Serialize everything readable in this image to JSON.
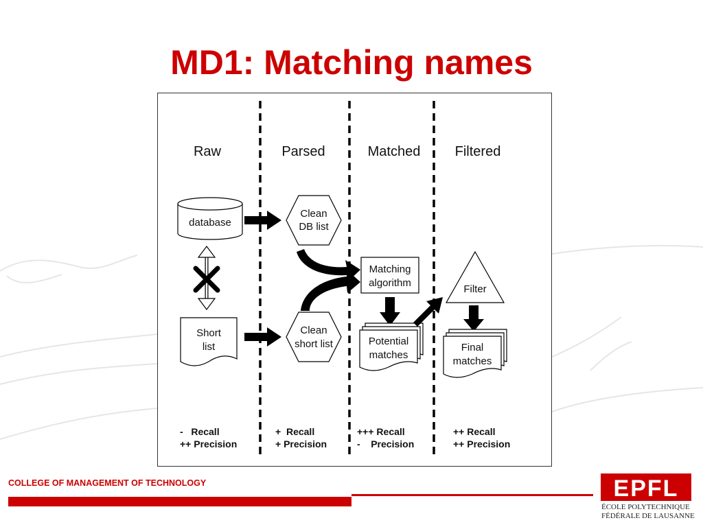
{
  "slide": {
    "title": "MD1: Matching names",
    "footer": "COLLEGE OF MANAGEMENT OF TECHNOLOGY",
    "logo_text": "EPFL",
    "school_line1": "ÉCOLE POLYTECHNIQUE",
    "school_line2": "FÉDÉRALE DE LAUSANNE",
    "accent_color": "#cc0000"
  },
  "diagram": {
    "columns": [
      "Raw",
      "Parsed",
      "Matched",
      "Filtered"
    ],
    "nodes": {
      "database": "database",
      "short_list": [
        "Short",
        "list"
      ],
      "clean_db": [
        "Clean",
        "DB list"
      ],
      "clean_short": [
        "Clean",
        "short list"
      ],
      "matching": [
        "Matching",
        "algorithm"
      ],
      "potential": [
        "Potential",
        "matches"
      ],
      "filter": "Filter",
      "final": [
        "Final",
        "matches"
      ]
    },
    "metrics": [
      {
        "recall": "-   Recall",
        "precision": "++ Precision"
      },
      {
        "recall": "+  Recall",
        "precision": "+ Precision"
      },
      {
        "recall": "+++ Recall",
        "precision": "-    Precision"
      },
      {
        "recall": "++ Recall",
        "precision": "++ Precision"
      }
    ]
  }
}
